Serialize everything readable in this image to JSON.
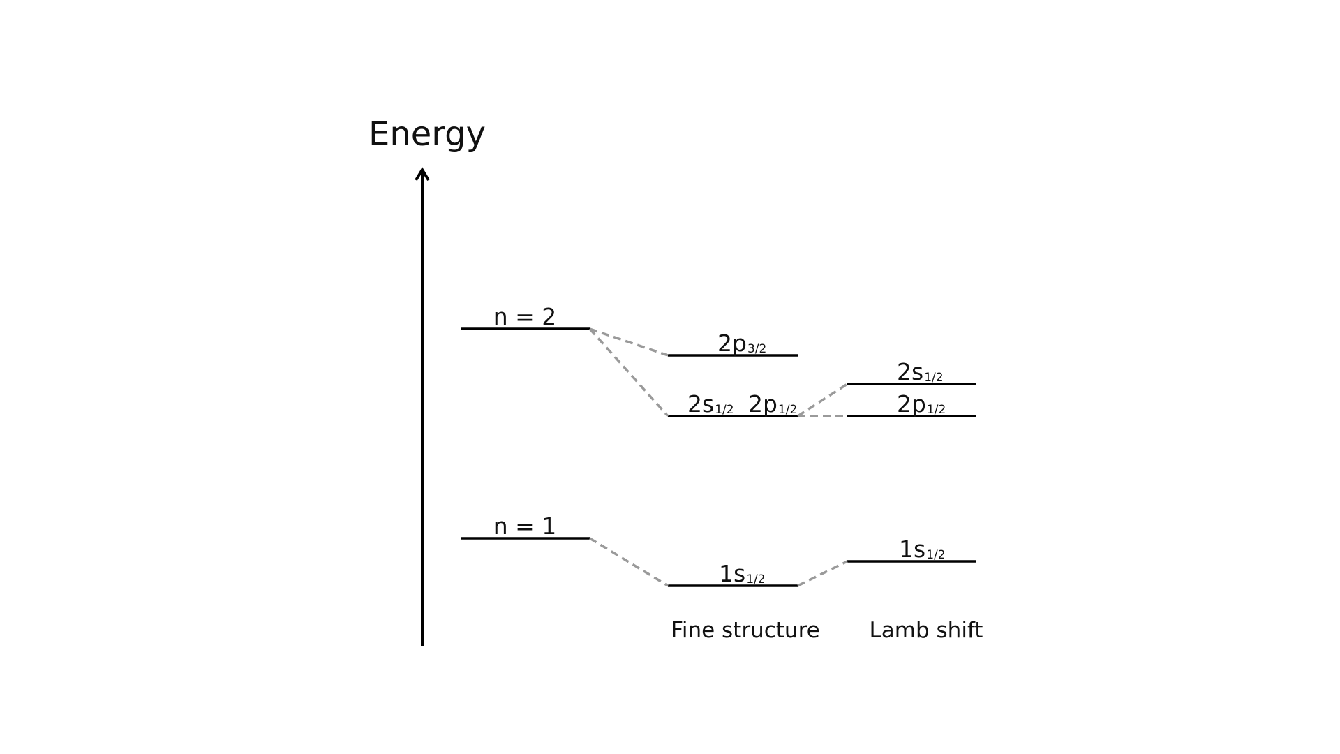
{
  "axis": {
    "label": "Energy"
  },
  "columns": {
    "fine_structure": "Fine structure",
    "lamb_shift": "Lamb shift"
  },
  "levels": {
    "n2": {
      "label": "n = 2"
    },
    "n1": {
      "label": "n = 1"
    },
    "fs_2p32": {
      "main": "2p",
      "sub": "3/2"
    },
    "fs_2s12": {
      "main": "2s",
      "sub": "1/2"
    },
    "fs_2p12": {
      "main": "2p",
      "sub": "1/2"
    },
    "fs_1s12": {
      "main": "1s",
      "sub": "1/2"
    },
    "ls_2s12": {
      "main": "2s",
      "sub": "1/2"
    },
    "ls_2p12": {
      "main": "2p",
      "sub": "1/2"
    },
    "ls_1s12": {
      "main": "1s",
      "sub": "1/2"
    }
  },
  "colors": {
    "level_line": "#000000",
    "connector": "#9a9a9a",
    "text": "#111111"
  }
}
